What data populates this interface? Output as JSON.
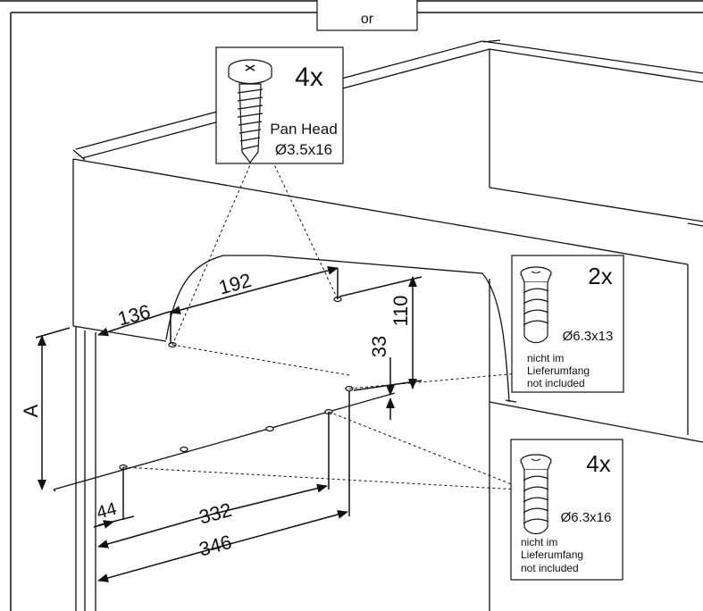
{
  "top_tab": {
    "label": "or"
  },
  "screw_boxes": [
    {
      "quantity": "4x",
      "type": "Pan Head",
      "size": "Ø3.5x16"
    },
    {
      "quantity": "2x",
      "size": "Ø6.3x13",
      "note_de_1": "nicht im",
      "note_de_2": "Lieferumfang",
      "note_en": "not included"
    },
    {
      "quantity": "4x",
      "size": "Ø6.3x16",
      "note_de_1": "nicht im",
      "note_de_2": "Lieferumfang",
      "note_en": "not included"
    }
  ],
  "dimensions": {
    "d136": "136",
    "d192": "192",
    "d110": "110",
    "d33": "33",
    "dA": "A",
    "d44": "44",
    "d332": "332",
    "d346": "346"
  }
}
